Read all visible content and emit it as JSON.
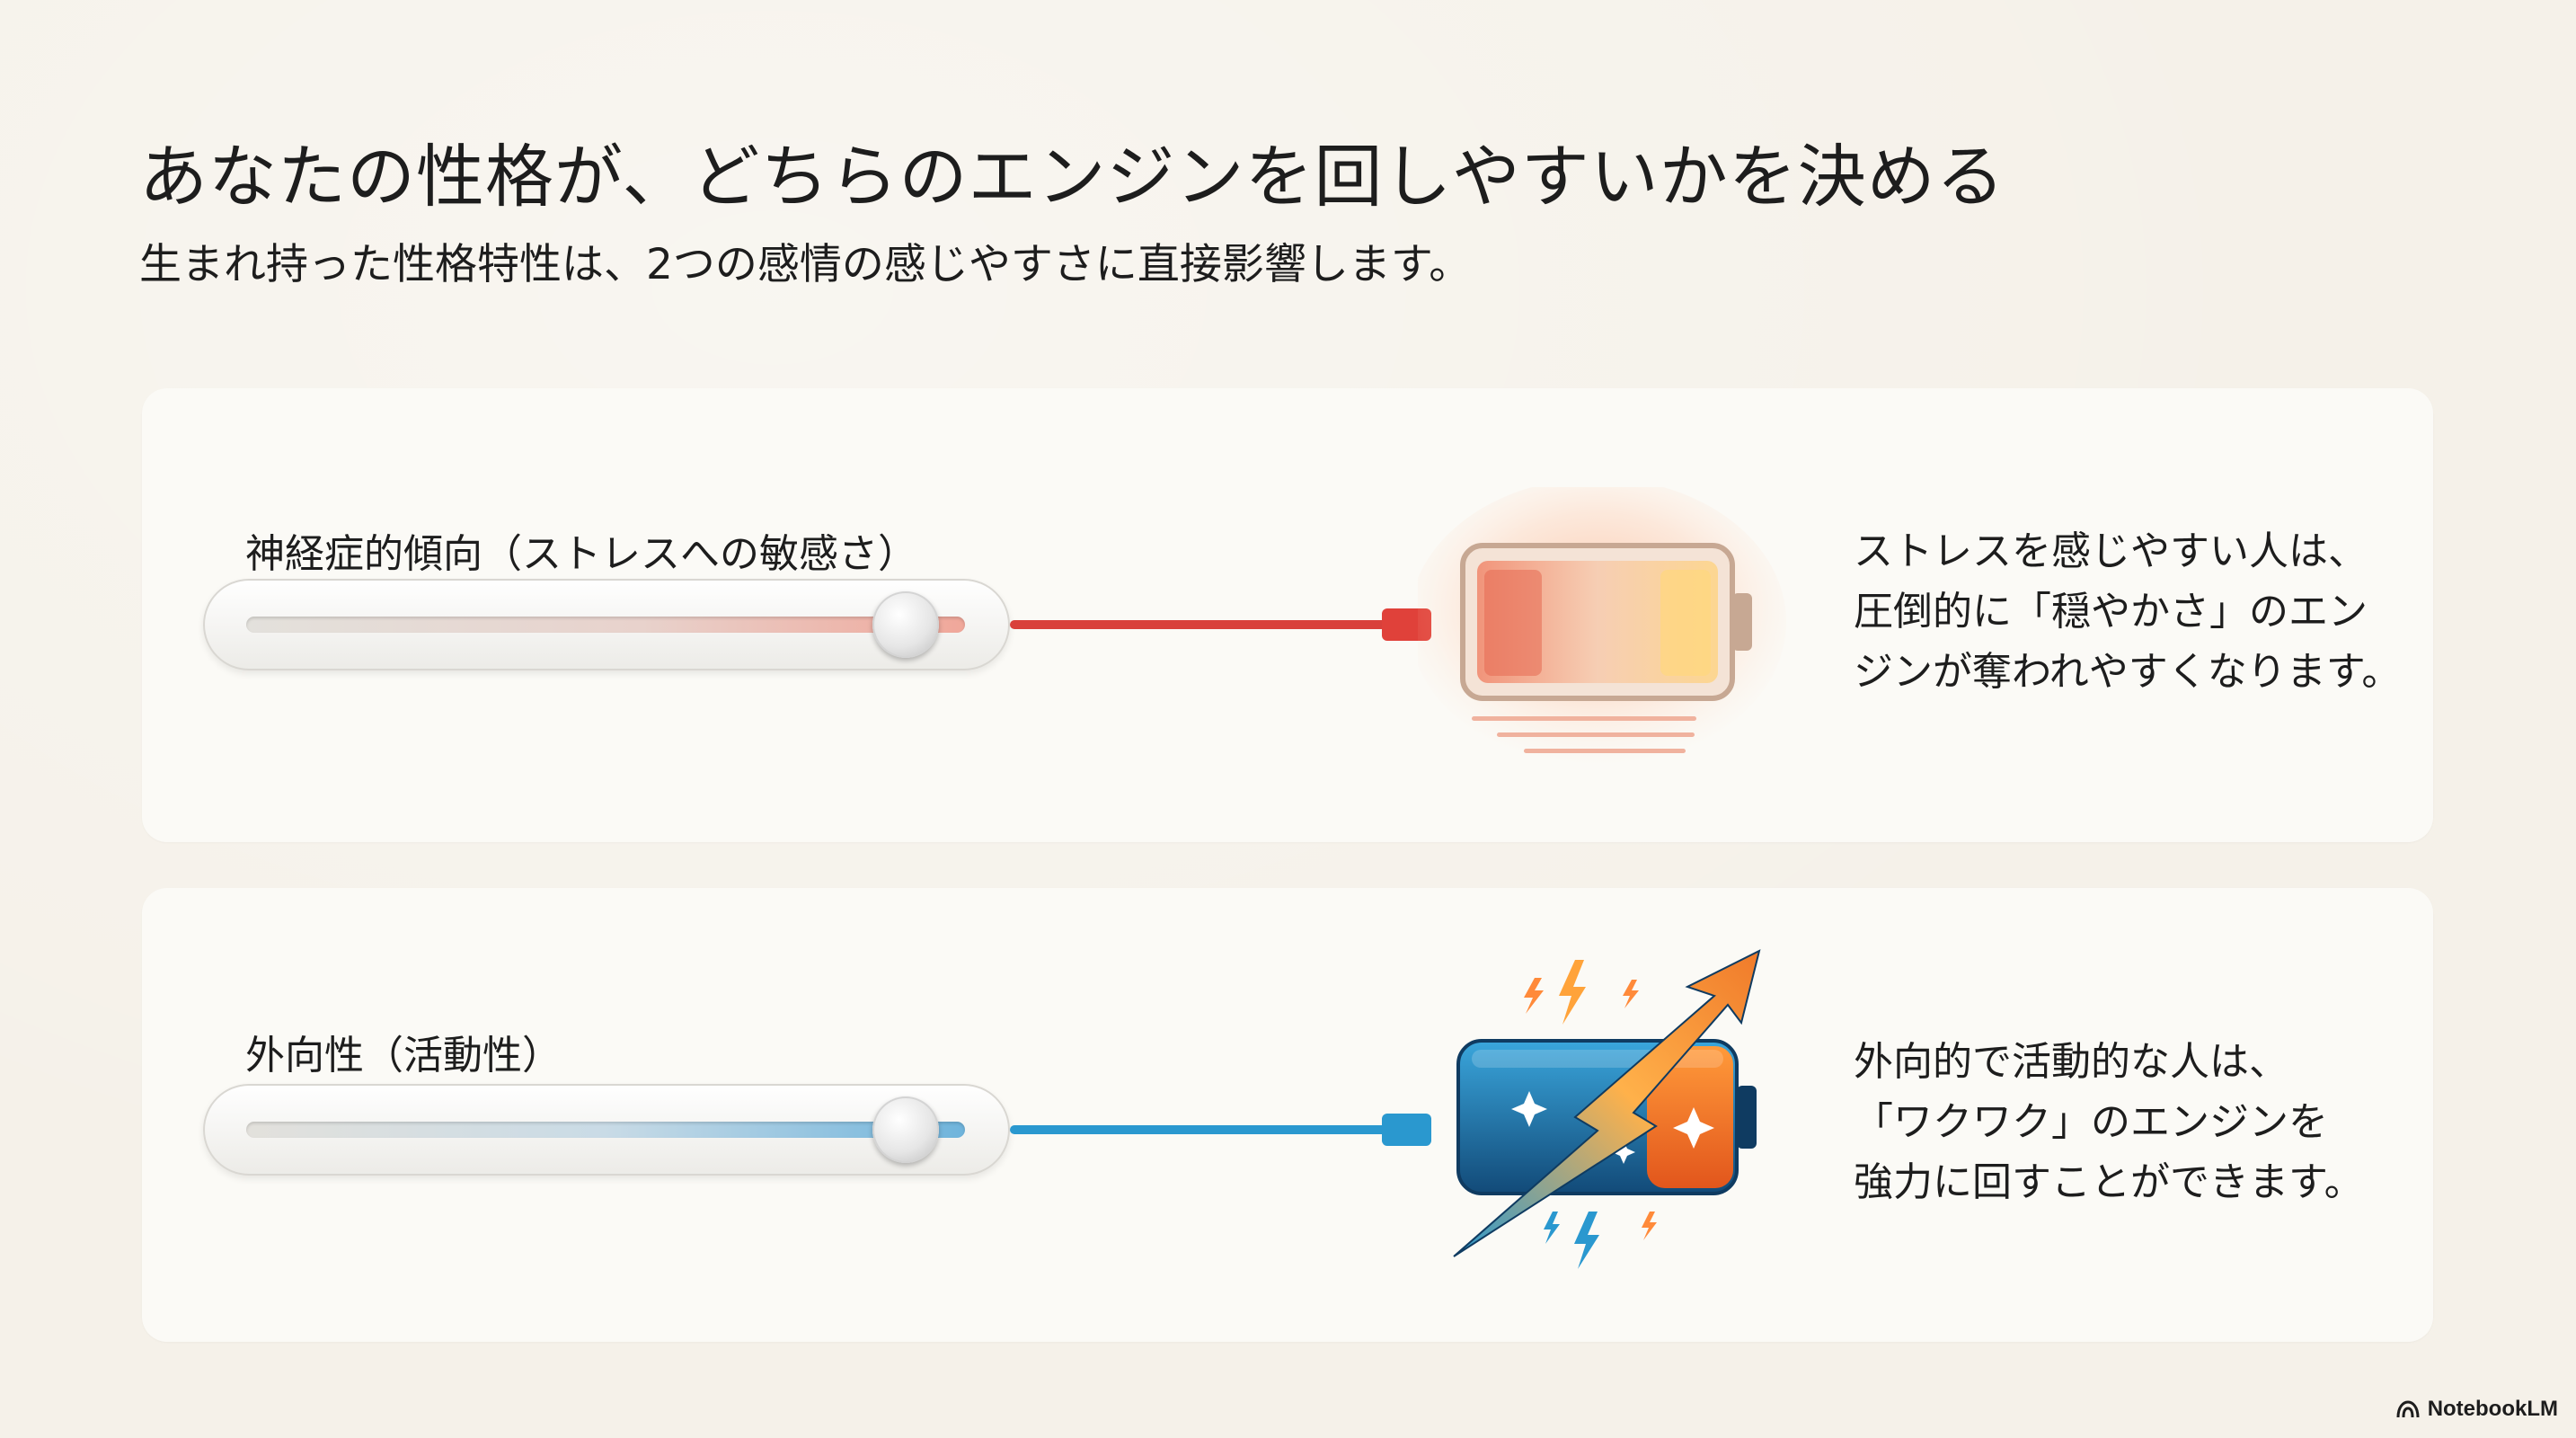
{
  "title": "あなたの性格が、どちらのエンジンを回しやすいかを決める",
  "subtitle": "生まれ持った性格特性は、2つの感情の感じやすさに直接影響します。",
  "cards": [
    {
      "trait_label": "神経症的傾向（ストレスへの敏感さ）",
      "slider_level": 0.92,
      "accent_color": "#d9403a",
      "battery_icon": "fading-battery-icon",
      "description_lines": [
        "ストレスを感じやすい人は、",
        "圧倒的に「穏やかさ」のエン",
        "ジンが奪われやすくなります。"
      ]
    },
    {
      "trait_label": "外向性（活動性）",
      "slider_level": 0.92,
      "accent_color": "#2a98cf",
      "battery_icon": "charged-battery-icon",
      "description_lines": [
        "外向的で活動的な人は、",
        "「ワクワク」のエンジンを",
        "強力に回すことができます。"
      ]
    }
  ],
  "footer": {
    "brand": "NotebookLM",
    "icon": "notebooklm-logo-icon"
  }
}
